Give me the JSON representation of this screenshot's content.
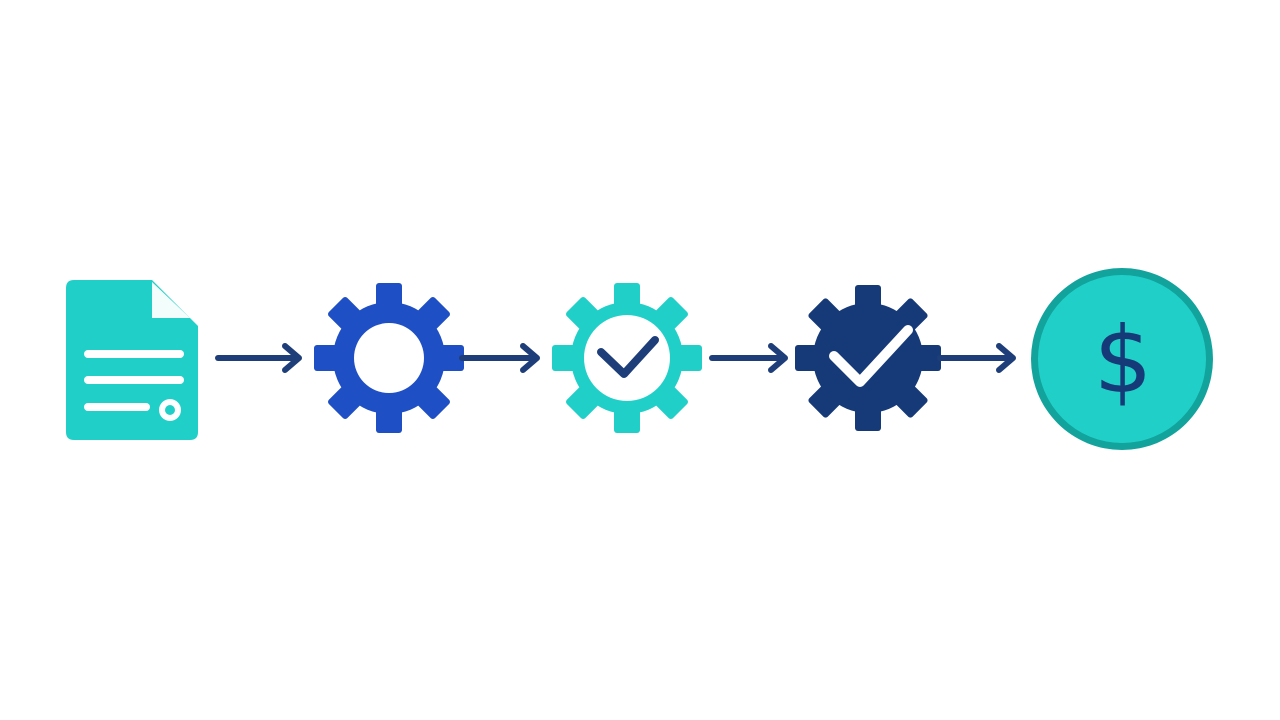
{
  "diagram": {
    "type": "process-flow",
    "steps": [
      {
        "id": "document",
        "icon": "document-icon"
      },
      {
        "id": "gear",
        "icon": "gear-icon"
      },
      {
        "id": "gear-check-outline",
        "icon": "gear-check-icon"
      },
      {
        "id": "gear-check-solid",
        "icon": "gear-check-icon"
      },
      {
        "id": "dollar-coin",
        "icon": "dollar-coin-icon",
        "symbol": "$"
      }
    ],
    "connectors": 4
  },
  "colors": {
    "teal": "#20d0c8",
    "teal_dark": "#11a39c",
    "blue": "#1f4fc4",
    "navy": "#163a78",
    "arrow": "#1e3e7a",
    "white": "#ffffff"
  }
}
